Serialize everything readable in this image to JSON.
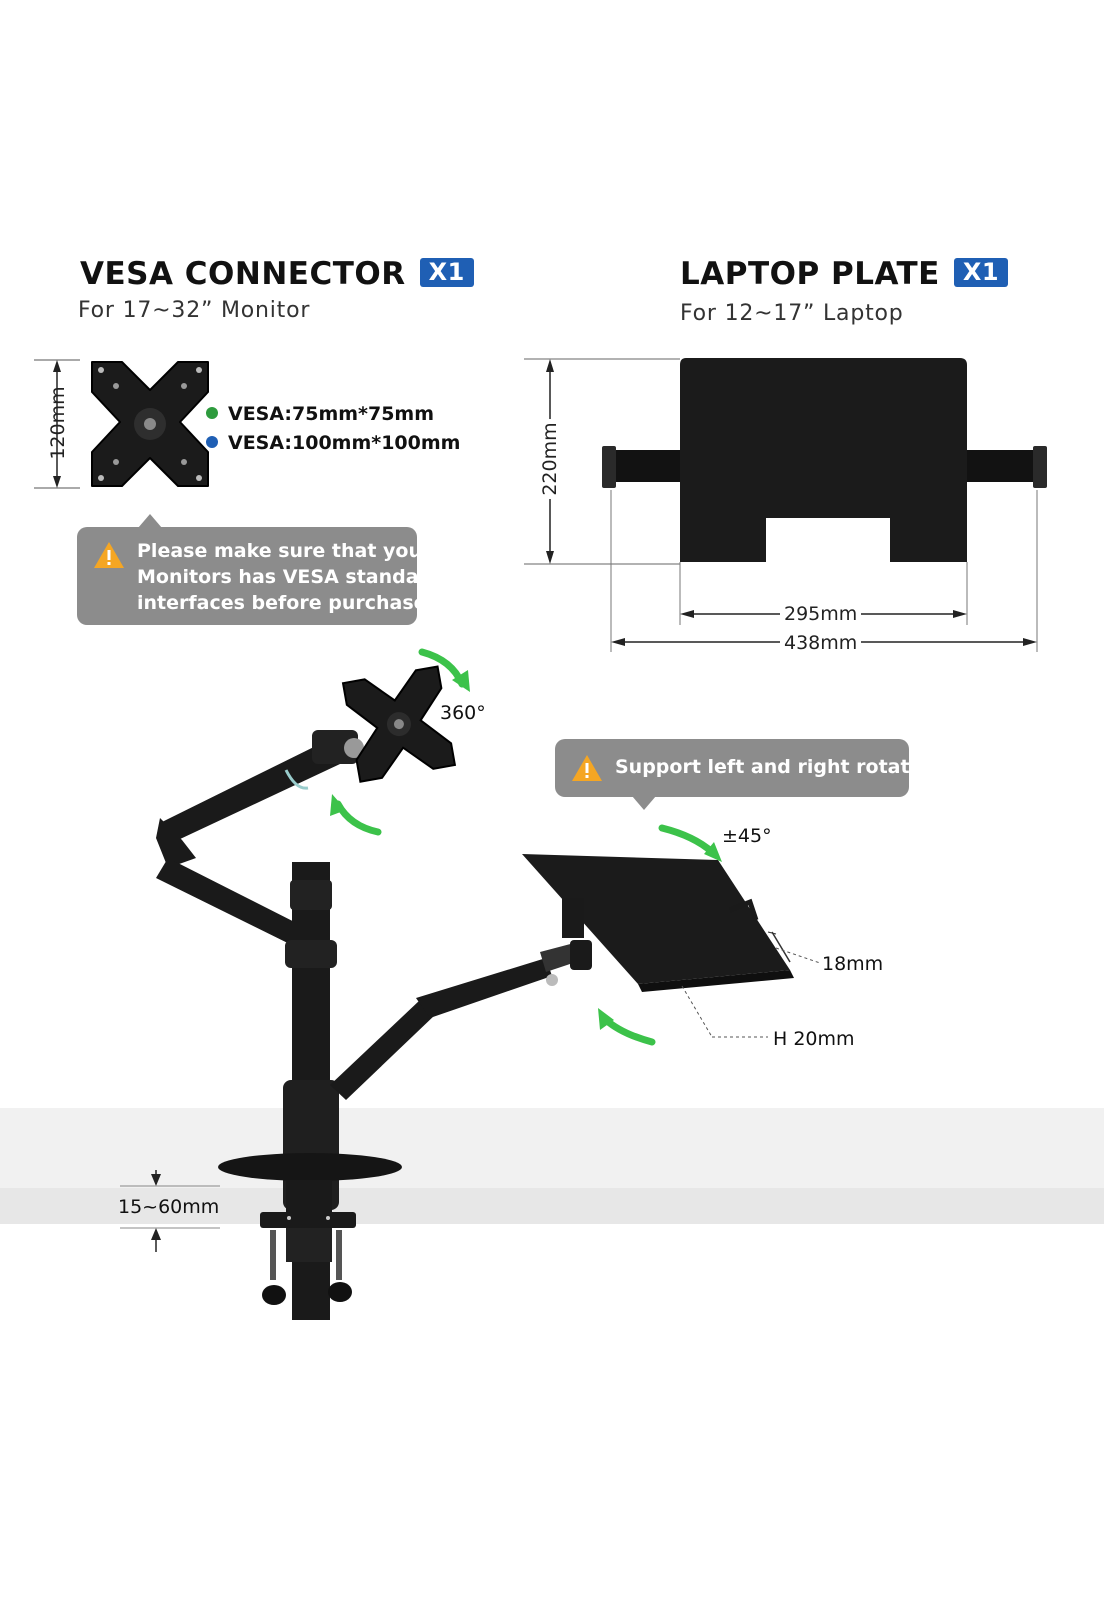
{
  "vesa": {
    "title": "VESA CONNECTOR",
    "badge": "X1",
    "subtitle": "For 17~32” Monitor",
    "height_label": "120mm",
    "specs": [
      {
        "label": "VESA:75mm*75mm",
        "color": "#2e9b3e"
      },
      {
        "label": "VESA:100mm*100mm",
        "color": "#1f5fb4"
      }
    ],
    "note_lines": [
      "Please make sure that your",
      "Monitors has VESA standard",
      "interfaces before purchase ."
    ]
  },
  "laptop": {
    "title": "LAPTOP PLATE",
    "badge": "X1",
    "subtitle": "For 12~17” Laptop",
    "height_label": "220mm",
    "inner_width_label": "295mm",
    "outer_width_label": "438mm"
  },
  "arm": {
    "rotation_label": "360°",
    "tilt_label": "±45°",
    "rotation_note": "Support left and right rotation",
    "lip_label": "18mm",
    "height_label": "H 20mm",
    "clamp_label": "15~60mm"
  },
  "colors": {
    "accent": "#1f5fb4",
    "arrow": "#3cc24a",
    "metal": "#1b1b1b",
    "note_bg": "#8c8c8c",
    "warn": "#f5a623"
  }
}
